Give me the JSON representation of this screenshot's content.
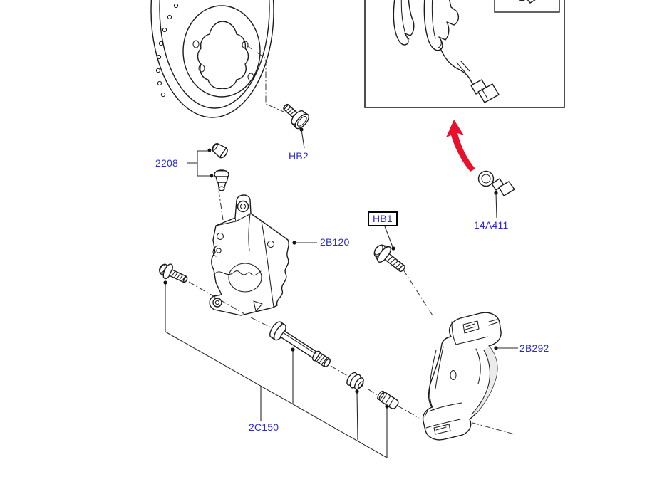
{
  "diagram": {
    "kind": "exploded-parts-diagram",
    "background_color": "#ffffff",
    "line_color": "#1b1b1b",
    "callout_text_color": "#2b2bd0",
    "arrow_color": "#e8112d",
    "inset_box_present": true
  },
  "callouts": {
    "bleeder_screw": "2208",
    "hub_bolt": "HB2",
    "caliper": "2B120",
    "caliper_guide_bolt": "HB1",
    "wear_indicator": "14A411",
    "anchor_plate": "2B292",
    "guide_pin_kit": "2C150"
  },
  "arrow": {
    "direction": "up-toward-inset",
    "color": "#e8112d"
  }
}
